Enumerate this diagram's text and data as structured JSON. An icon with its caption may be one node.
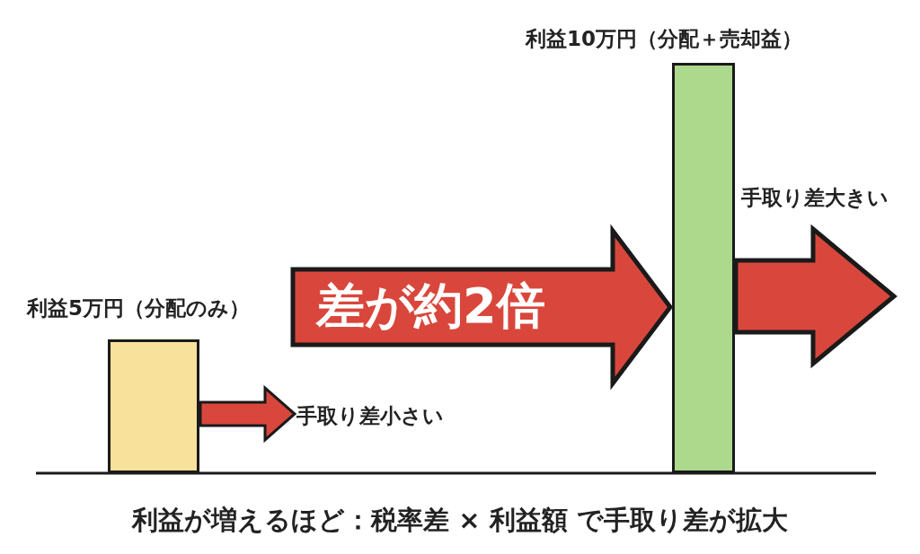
{
  "diagram": {
    "caption": "利益が増えるほど：税率差 × 利益額 で手取り差が拡大",
    "nodes": [
      {
        "text": [
          "利益5万円（分配のみ）"
        ]
      },
      {
        "text": [
          "利益10万円（分配＋売却益）"
        ],
        "beside": [
          "手取り差大きい"
        ]
      },
      {
        "text": [
          "手取り差小さい"
        ]
      }
    ],
    "edges": [
      {
        "from": 0,
        "to": 2,
        "arrow": "to"
      },
      {
        "from": 0,
        "to": 1,
        "arrow": "to",
        "label": "差が約2倍",
        "style": "thick"
      },
      {
        "from": 1,
        "to": null,
        "arrow": "to",
        "style": "thick"
      }
    ]
  }
}
